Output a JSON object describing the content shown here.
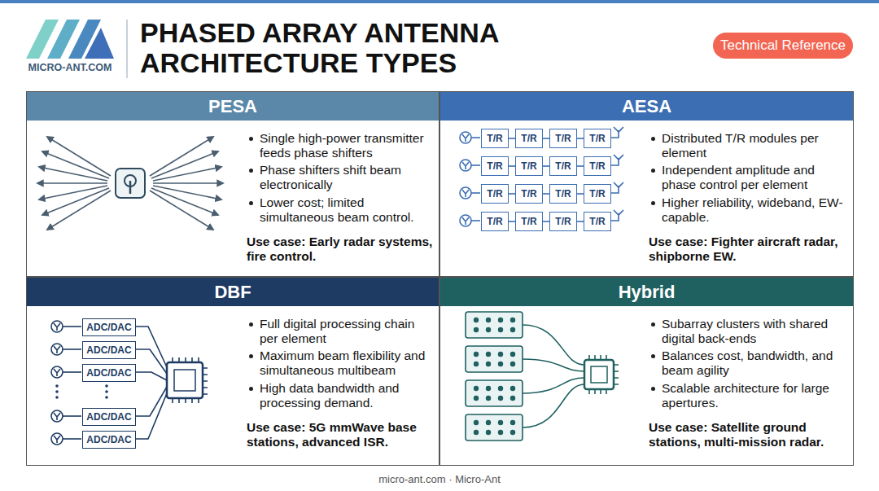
{
  "diagram": {
    "title": "PHASED ARRAY ANTENNA ARCHITECTURE TYPES",
    "caption": "micro-ant.com · Micro-Ant",
    "nodes": [
      {
        "text": [
          "Technical Reference"
        ]
      },
      {
        "text": [
          "PESA",
          "Single high-power transmitter feeds phase shifters",
          "Phase shifters shift beam electronically",
          "Lower cost; limited simultaneous beam control.",
          "Use case: Early radar systems, fire control."
        ]
      },
      {
        "text": [
          "AESA",
          "Distributed T/R modules per element",
          "Independent amplitude and phase control per element",
          "Higher reliability, wideband, EW-capable.",
          "Use case: Fighter aircraft radar, shipborne EW."
        ]
      },
      {
        "text": [
          "T/R"
        ],
        "in": 2
      },
      {
        "text": [
          "T/R"
        ],
        "in": 2
      },
      {
        "text": [
          "T/R"
        ],
        "in": 2
      },
      {
        "text": [
          "T/R"
        ],
        "in": 2
      },
      {
        "text": [
          "T/R"
        ],
        "in": 2
      },
      {
        "text": [
          "T/R"
        ],
        "in": 2
      },
      {
        "text": [
          "T/R"
        ],
        "in": 2
      },
      {
        "text": [
          "T/R"
        ],
        "in": 2
      },
      {
        "text": [
          "T/R"
        ],
        "in": 2
      },
      {
        "text": [
          "T/R"
        ],
        "in": 2
      },
      {
        "text": [
          "T/R"
        ],
        "in": 2
      },
      {
        "text": [
          "T/R"
        ],
        "in": 2
      },
      {
        "text": [
          "T/R"
        ],
        "in": 2
      },
      {
        "text": [
          "T/R"
        ],
        "in": 2
      },
      {
        "text": [
          "T/R"
        ],
        "in": 2
      },
      {
        "text": [
          "T/R"
        ],
        "in": 2
      },
      {
        "text": [
          "DBF",
          "Full digital processing chain per element",
          "Maximum beam flexibility and simultaneous multibeam",
          "High data bandwidth and processing demand.",
          "Use case: 5G mmWave base stations, advanced ISR."
        ]
      },
      {
        "text": [
          "ADC/DAC"
        ],
        "in": 19
      },
      {
        "text": [
          "ADC/DAC"
        ],
        "in": 19
      },
      {
        "text": [
          "ADC/DAC"
        ],
        "in": 19
      },
      {
        "text": [
          "ADC/DAC"
        ],
        "in": 19
      },
      {
        "text": [
          "ADC/DAC"
        ],
        "in": 19
      },
      {
        "text": [
          "Hybrid",
          "Subarray clusters with shared digital back-ends",
          "Balances cost, bandwidth, and beam agility",
          "Scalable architecture for large apertures.",
          "Use case: Satellite ground stations, multi-mission radar."
        ]
      }
    ],
    "edges": [
      {
        "from": 3,
        "to": 4,
        "arrow": "none"
      },
      {
        "from": 4,
        "to": 5,
        "arrow": "none"
      },
      {
        "from": 5,
        "to": 6,
        "arrow": "none"
      },
      {
        "from": 7,
        "to": 8,
        "arrow": "none"
      },
      {
        "from": 8,
        "to": 9,
        "arrow": "none"
      },
      {
        "from": 9,
        "to": 10,
        "arrow": "none"
      },
      {
        "from": 11,
        "to": 12,
        "arrow": "none"
      },
      {
        "from": 12,
        "to": 13,
        "arrow": "none"
      },
      {
        "from": 13,
        "to": 14,
        "arrow": "none"
      },
      {
        "from": 15,
        "to": 16,
        "arrow": "none"
      },
      {
        "from": 16,
        "to": 17,
        "arrow": "none"
      },
      {
        "from": 17,
        "to": 18,
        "arrow": "none"
      }
    ],
    "labels": [
      "MICRO-ANT.COM"
    ]
  }
}
